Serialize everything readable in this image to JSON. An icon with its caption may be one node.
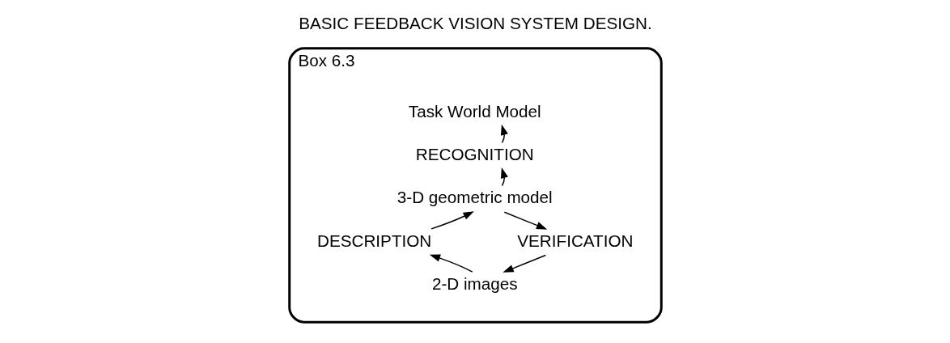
{
  "diagram": {
    "title": "BASIC FEEDBACK VISION SYSTEM DESIGN.",
    "nodes": [
      {
        "text": [
          "Box 6.3"
        ]
      },
      {
        "text": [
          "Task World Model"
        ],
        "in": 0
      },
      {
        "text": [
          "RECOGNITION"
        ],
        "in": 0
      },
      {
        "text": [
          "3-D geometric model"
        ],
        "in": 0
      },
      {
        "text": [
          "DESCRIPTION"
        ],
        "in": 0
      },
      {
        "text": [
          "VERIFICATION"
        ],
        "in": 0
      },
      {
        "text": [
          "2-D images"
        ],
        "in": 0
      }
    ],
    "edges": [
      {
        "from": 2,
        "to": 1,
        "arrow": "to"
      },
      {
        "from": 3,
        "to": 2,
        "arrow": "to"
      },
      {
        "from": 4,
        "to": 3,
        "arrow": "to"
      },
      {
        "from": 3,
        "to": 5,
        "arrow": "to"
      },
      {
        "from": 6,
        "to": 4,
        "arrow": "to"
      },
      {
        "from": 5,
        "to": 6,
        "arrow": "to"
      }
    ]
  }
}
